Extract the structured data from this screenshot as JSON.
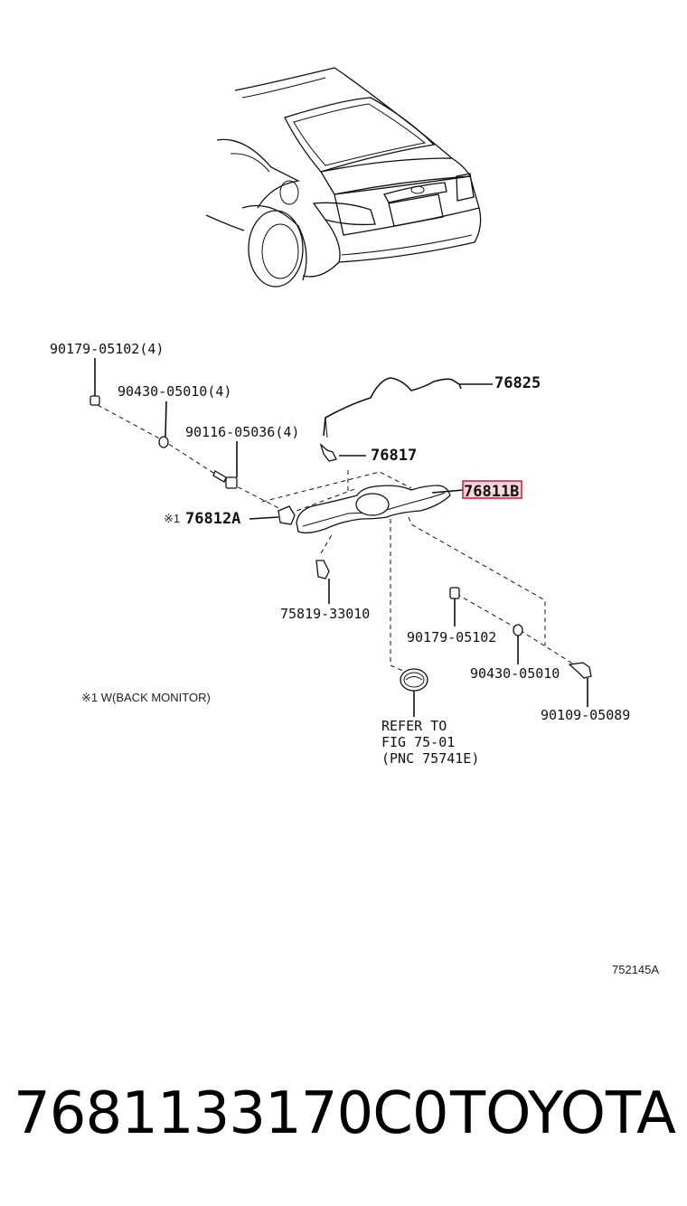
{
  "callouts": {
    "bolt_4": "90179-05102(4)",
    "washer_4": "90430-05010(4)",
    "bolt_long_4": "90116-05036(4)",
    "hose": "76825",
    "clip": "76817",
    "garnish": "76811B",
    "bracket_mark": "※1",
    "bracket": "76812A",
    "retainer": "75819-33010",
    "bolt_single": "90179-05102",
    "washer_single": "90430-05010",
    "screw": "90109-05089"
  },
  "refer": {
    "line1": "REFER TO",
    "line2": "FIG 75-01",
    "line3": "(PNC 75741E)"
  },
  "note": "※1 W(BACK MONITOR)",
  "figure_id": "752145A",
  "footer": {
    "part_code": "7681133170C0",
    "brand": "TOYOTA"
  },
  "colors": {
    "highlight_fill": "#f6c9cf",
    "highlight_stroke": "#e0213c"
  }
}
